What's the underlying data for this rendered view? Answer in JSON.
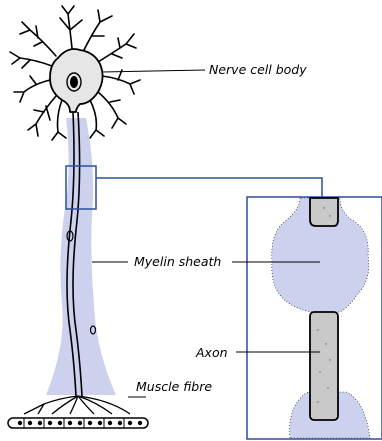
{
  "diagram": {
    "labels": {
      "nerve_cell_body": "Nerve cell body",
      "myelin_sheath": "Myelin sheath",
      "axon": "Axon",
      "muscle_fibre": "Muscle fibre"
    }
  },
  "colors": {
    "myelin": "#ccd2ee",
    "axon": "#c9c9c9",
    "frame": "#2b4f9c",
    "line": "#000000"
  }
}
